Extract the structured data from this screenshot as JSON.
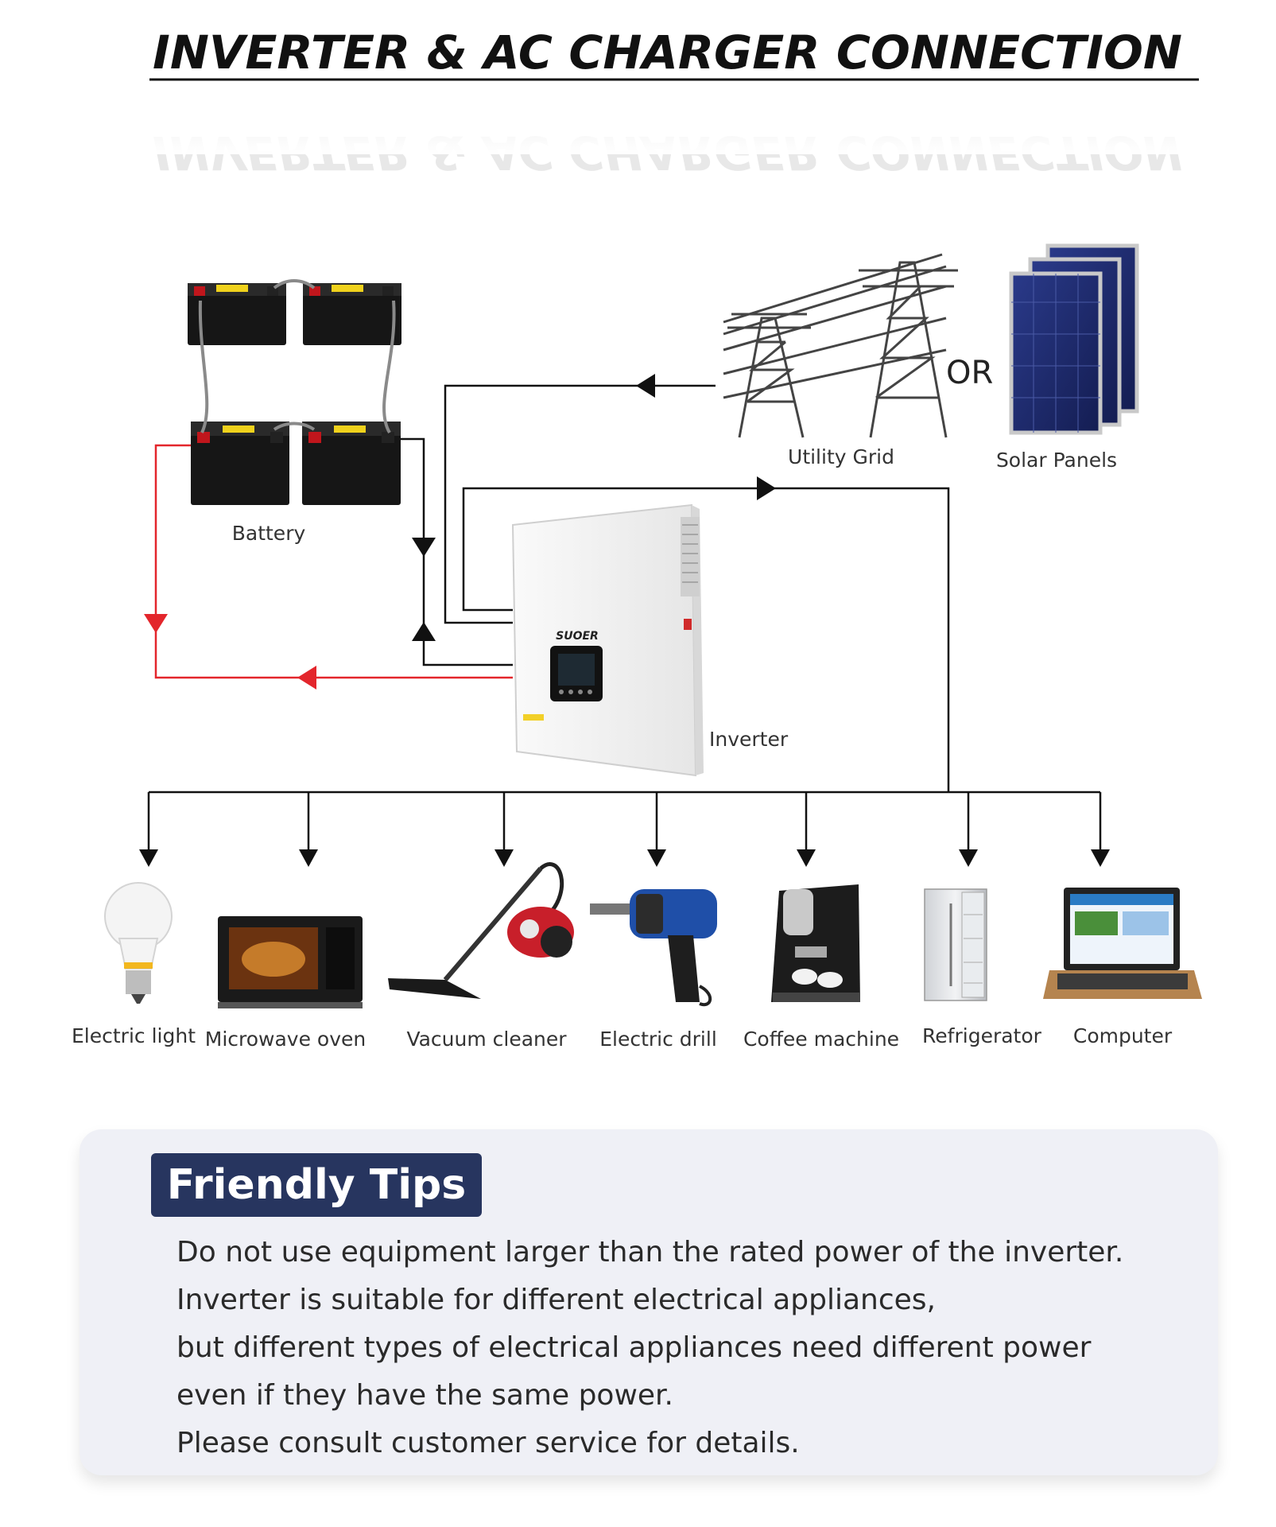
{
  "title": "INVERTER & AC CHARGER CONNECTION",
  "sources": {
    "battery_label": "Battery",
    "grid_label": "Utility Grid",
    "or_label": "OR",
    "solar_label": "Solar Panels",
    "inverter_label": "Inverter",
    "inverter_brand": "SUOER"
  },
  "appliances": [
    {
      "label": "Electric light",
      "icon": "light-bulb-icon"
    },
    {
      "label": "Microwave oven",
      "icon": "microwave-icon"
    },
    {
      "label": "Vacuum cleaner",
      "icon": "vacuum-icon"
    },
    {
      "label": "Electric drill",
      "icon": "drill-icon"
    },
    {
      "label": "Coffee machine",
      "icon": "coffee-machine-icon"
    },
    {
      "label": "Refrigerator",
      "icon": "refrigerator-icon"
    },
    {
      "label": "Computer",
      "icon": "laptop-icon"
    }
  ],
  "tips": {
    "badge": "Friendly Tips",
    "lines": [
      "Do not use equipment larger than the rated power of the inverter.",
      "Inverter is suitable for different electrical appliances,",
      "but different types of electrical appliances need different power",
      "even if they have the same power.",
      "Please consult customer service for details."
    ]
  },
  "colors": {
    "flow_line": "#111111",
    "battery_charge_line": "#e3262c",
    "tips_badge": "#27355f",
    "tips_background": "#eff0f6"
  }
}
